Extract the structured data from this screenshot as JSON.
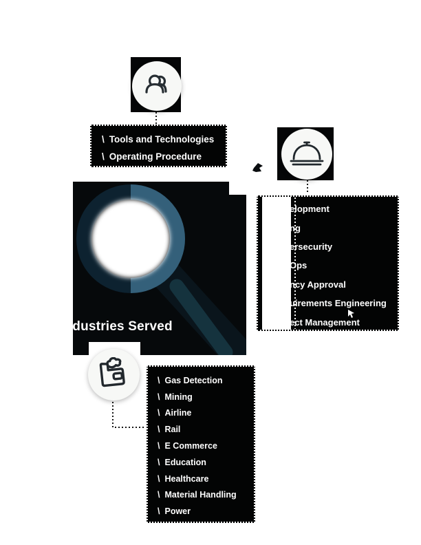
{
  "page": {
    "background": "#ffffff"
  },
  "colors": {
    "box_black": "#030404",
    "panel_black": "#06090b",
    "ring_dark": "#0d2230",
    "ring_light": "#34607a",
    "handle_outer": "#0a151c",
    "handle_inner": "#15333e",
    "handle_joint": "#1f4250",
    "icon_stroke": "#272e33",
    "circle_bg": "#f7f8f6",
    "text_white": "#ffffff"
  },
  "team": {
    "icon": "people",
    "bullet": "\\",
    "items": [
      "Tools and Technologies",
      "Operating Procedure"
    ]
  },
  "services": {
    "icon": "cloche",
    "fragments": [
      "elopment",
      "ng",
      "ersecurity",
      "Ops",
      "ncy Approval",
      "uirements Engineering",
      "ect Management"
    ]
  },
  "industries": {
    "icon": "factory",
    "title": "Industries Served",
    "bullet": "\\",
    "items": [
      "Gas Detection",
      "Mining",
      "Airline",
      "Rail",
      "E Commerce",
      "Education",
      "Healthcare",
      "Material Handling",
      "Power"
    ]
  }
}
